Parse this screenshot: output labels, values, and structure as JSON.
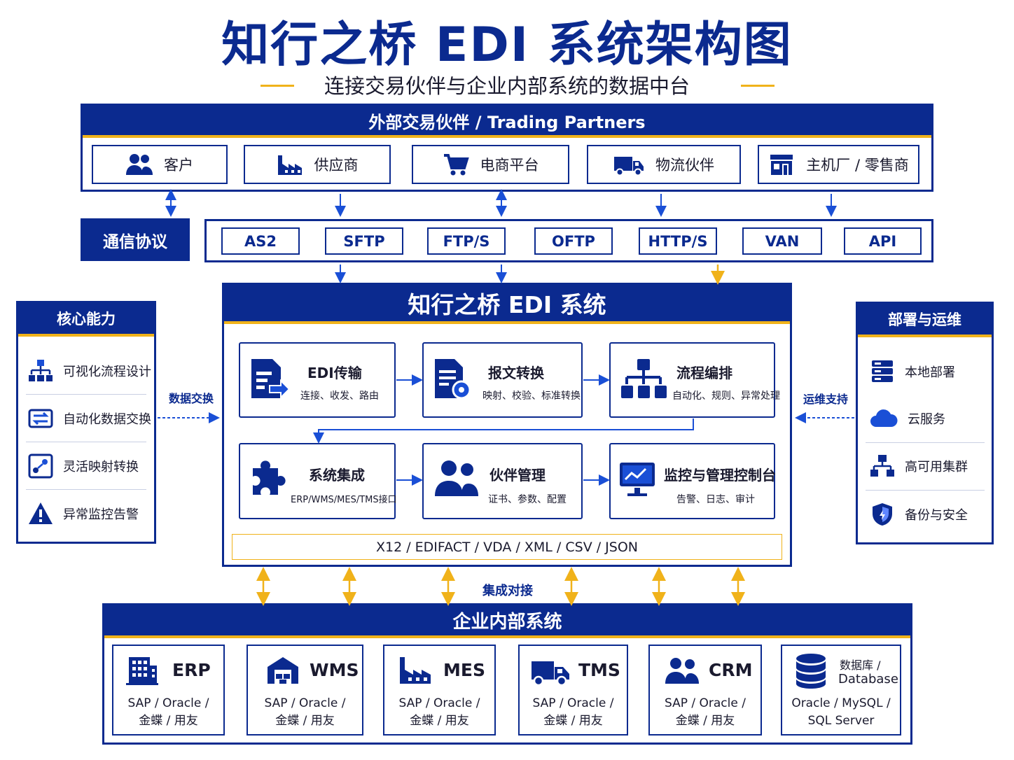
{
  "title": "知行之桥 EDI 系统架构图",
  "subtitle": "连接交易伙伴与企业内部系统的数据中台",
  "partners": {
    "header": "外部交易伙伴 / Trading Partners",
    "items": [
      {
        "label": "客户",
        "icon": "users-icon"
      },
      {
        "label": "供应商",
        "icon": "factory-icon"
      },
      {
        "label": "电商平台",
        "icon": "cart-icon"
      },
      {
        "label": "物流伙伴",
        "icon": "truck-icon"
      },
      {
        "label": "主机厂 / 零售商",
        "icon": "store-icon"
      }
    ]
  },
  "protocols": {
    "label": "通信协议",
    "items": [
      "AS2",
      "SFTP",
      "FTP/S",
      "OFTP",
      "HTTP/S",
      "VAN",
      "API"
    ]
  },
  "core": {
    "header": "核心能力",
    "items": [
      {
        "label": "可视化流程设计",
        "icon": "flowchart-icon"
      },
      {
        "label": "自动化数据交换",
        "icon": "exchange-icon"
      },
      {
        "label": "灵活映射转换",
        "icon": "mapping-icon"
      },
      {
        "label": "异常监控告警",
        "icon": "warning-icon"
      }
    ],
    "link_label": "数据交换"
  },
  "ops": {
    "header": "部署与运维",
    "items": [
      {
        "label": "本地部署",
        "icon": "server-icon"
      },
      {
        "label": "云服务",
        "icon": "cloud-icon"
      },
      {
        "label": "高可用集群",
        "icon": "cluster-icon"
      },
      {
        "label": "备份与安全",
        "icon": "shield-icon"
      }
    ],
    "link_label": "运维支持"
  },
  "edi": {
    "header": "知行之桥 EDI 系统",
    "modules": [
      {
        "title": "EDI传输",
        "desc": "连接、收发、路由",
        "icon": "transfer-doc-icon"
      },
      {
        "title": "报文转换",
        "desc": "映射、校验、标准转换",
        "icon": "doc-gear-icon"
      },
      {
        "title": "流程编排",
        "desc": "自动化、规则、异常处理",
        "icon": "hierarchy-icon"
      },
      {
        "title": "系统集成",
        "desc": "ERP/WMS/MES/TMS接口",
        "icon": "puzzle-icon"
      },
      {
        "title": "伙伴管理",
        "desc": "证书、参数、配置",
        "icon": "partners-icon"
      },
      {
        "title": "监控与管理控制台",
        "desc": "告警、日志、审计",
        "icon": "monitor-icon"
      }
    ],
    "formats": "X12 / EDIFACT / VDA / XML / CSV / JSON"
  },
  "integration_label": "集成对接",
  "enterprise": {
    "header": "企业内部系统",
    "systems": [
      {
        "name": "ERP",
        "line1": "SAP / Oracle /",
        "line2": "金蝶 / 用友",
        "icon": "building-icon"
      },
      {
        "name": "WMS",
        "line1": "SAP / Oracle /",
        "line2": "金蝶 / 用友",
        "icon": "warehouse-icon"
      },
      {
        "name": "MES",
        "line1": "SAP / Oracle /",
        "line2": "金蝶 / 用友",
        "icon": "factory-icon"
      },
      {
        "name": "TMS",
        "line1": "SAP / Oracle /",
        "line2": "金蝶 / 用友",
        "icon": "truck-icon"
      },
      {
        "name": "CRM",
        "line1": "SAP / Oracle /",
        "line2": "金蝶 / 用友",
        "icon": "users-icon"
      },
      {
        "name": "数据库 /",
        "name2": "Database",
        "line1": "Oracle / MySQL /",
        "line2": "SQL Server",
        "icon": "database-icon"
      }
    ]
  },
  "colors": {
    "navy": "#0b2a8f",
    "gold": "#f0b21a",
    "blue": "#1a4fd6"
  }
}
